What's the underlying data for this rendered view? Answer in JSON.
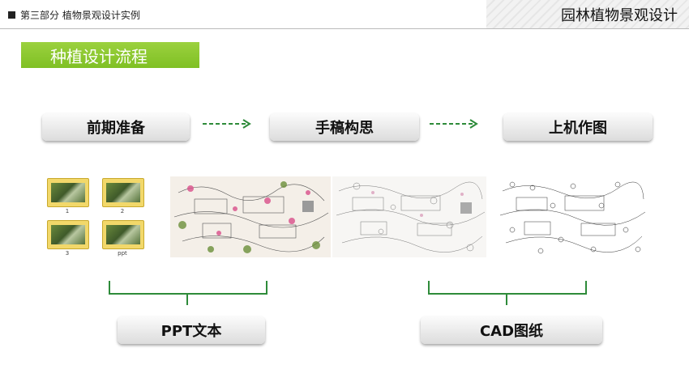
{
  "header": {
    "section": "第三部分 植物景观设计实例",
    "course_title": "园林植物景观设计"
  },
  "title": "种植设计流程",
  "steps": [
    "前期准备",
    "手稿构思",
    "上机作图"
  ],
  "outputs": [
    "PPT文本",
    "CAD图纸"
  ],
  "folders": [
    "1",
    "2",
    "3",
    "ppt"
  ],
  "colors": {
    "accent_green": "#8cc832",
    "arrow_green": "#2e8b3a",
    "brace_green": "#2e8b3a"
  }
}
